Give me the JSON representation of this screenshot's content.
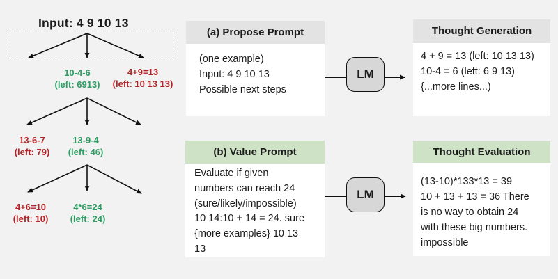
{
  "colors": {
    "background": "#f2f2f2",
    "panel_header_gray": "#e4e3e3",
    "panel_header_green": "#cee3c5",
    "lm_fill": "#d7d7d7",
    "tree_green_text": "#2e9d63",
    "tree_red_text": "#b32227"
  },
  "tree": {
    "input_label": "Input: 4 9 10 13",
    "nodes": [
      {
        "text": "10-4-6\n(left: 6913)",
        "color": "green"
      },
      {
        "text": "4+9=13\n(left: 10 13 13)",
        "color": "red"
      },
      {
        "text": "13-6-7\n(left: 79)",
        "color": "red"
      },
      {
        "text": "13-9-4\n(left: 46)",
        "color": "green"
      },
      {
        "text": "4+6=10\n(left: 10)",
        "color": "red"
      },
      {
        "text": "4*6=24\n(left: 24)",
        "color": "green"
      }
    ]
  },
  "propose_prompt": {
    "title": "(a) Propose Prompt",
    "body": "(one example)\nInput: 4 9 10 13\nPossible next steps"
  },
  "value_prompt": {
    "title": "(b) Value Prompt",
    "body": "Evaluate if given\nnumbers can reach 24\n(sure/likely/impossible)\n10 14:10 + 14 = 24. sure\n{more examples} 10 13\n13"
  },
  "thought_generation": {
    "title": "Thought Generation",
    "body": "4 + 9 = 13 (left: 10 13 13)\n10-4 = 6 (left: 6 9 13)\n{...more lines...)"
  },
  "thought_evaluation": {
    "title": "Thought Evaluation",
    "body": "(13-10)*133*13 = 39\n10 + 13 + 13 = 36 There\nis no way to obtain 24\nwith these big numbers.\nimpossible"
  },
  "lm": {
    "label": "LM"
  }
}
